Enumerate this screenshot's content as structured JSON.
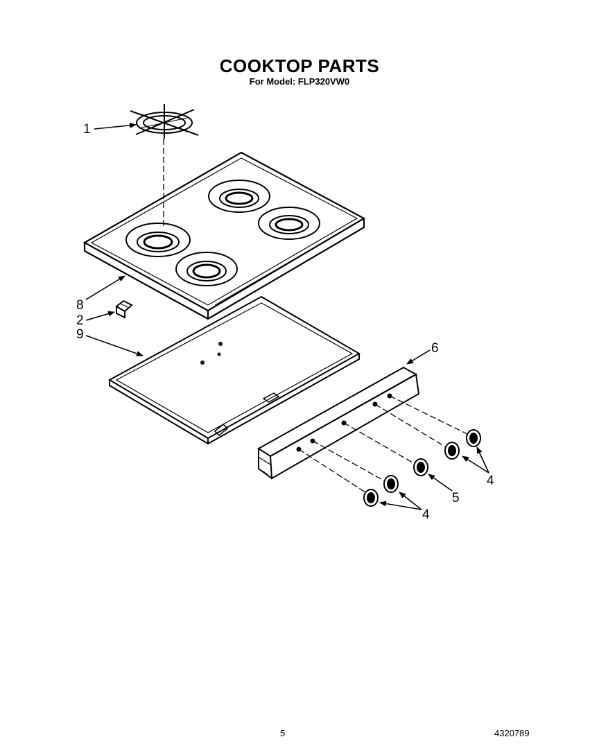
{
  "header": {
    "title": "COOKTOP PARTS",
    "subtitle": "For Model: FLP320VW0"
  },
  "callouts": {
    "c1": "1",
    "c2": "2",
    "c4a": "4",
    "c4b": "4",
    "c5": "5",
    "c6": "6",
    "c8": "8",
    "c9": "9"
  },
  "footer": {
    "page_number": "5",
    "document_number": "4320789"
  }
}
